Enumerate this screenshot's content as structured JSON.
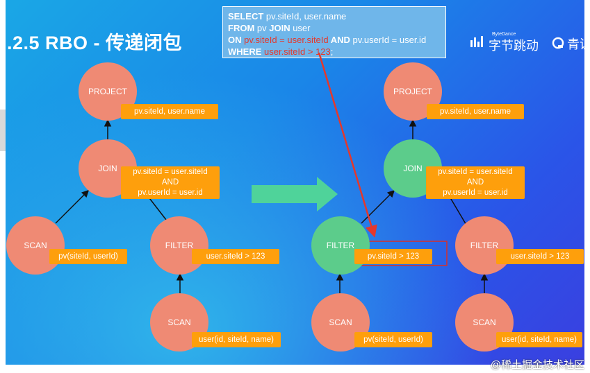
{
  "title": ".2.5 RBO - 传递闭包",
  "sql": {
    "line1_kw": "SELECT",
    "line1_rest": " pv.siteId, user.name",
    "line2_kw1": "FROM",
    "line2_mid": " pv ",
    "line2_kw2": "JOIN",
    "line2_rest": " user",
    "line3_kw1": "ON",
    "line3_red": " pv.siteId = user.siteId",
    "line3_kw2": " AND",
    "line3_rest": " pv.userId = user.id",
    "line4_kw": "WHERE",
    "line4_red": " user.siteId > 123",
    "line4_end": ";"
  },
  "logos": {
    "bytedance_small": "ByteDance",
    "bytedance_main": "字节跳动",
    "youth_text": "青训"
  },
  "left_tree": {
    "project": "PROJECT",
    "project_tag": "pv.siteId, user.name",
    "join": "JOIN",
    "join_tag_1": "pv.siteId = user.siteId",
    "join_tag_2": "AND",
    "join_tag_3": "pv.userId = user.id",
    "scan_left": "SCAN",
    "scan_left_tag": "pv(siteId, userId)",
    "filter": "FILTER",
    "filter_tag": "user.siteId > 123",
    "scan_right": "SCAN",
    "scan_right_tag": "user(id, siteId, name)"
  },
  "right_tree": {
    "project": "PROJECT",
    "project_tag": "pv.siteId, user.name",
    "join": "JOIN",
    "join_tag_1": "pv.siteId = user.siteId",
    "join_tag_2": "AND",
    "join_tag_3": "pv.userId = user.id",
    "filter_left": "FILTER",
    "filter_left_tag": "pv.siteId > 123",
    "filter_right": "FILTER",
    "filter_right_tag": "user.siteId > 123",
    "scan_left": "SCAN",
    "scan_left_tag": "pv(siteId, userId)",
    "scan_right": "SCAN",
    "scan_right_tag": "user(id, siteId, name)"
  },
  "watermark": "@稀土掘金技术社区",
  "colors": {
    "node_orange": "#ef8a74",
    "node_green": "#5ccc8b",
    "tag_orange": "#fe9f0c",
    "highlight_red": "#e4382c",
    "arrow_green": "#4fd39a"
  }
}
